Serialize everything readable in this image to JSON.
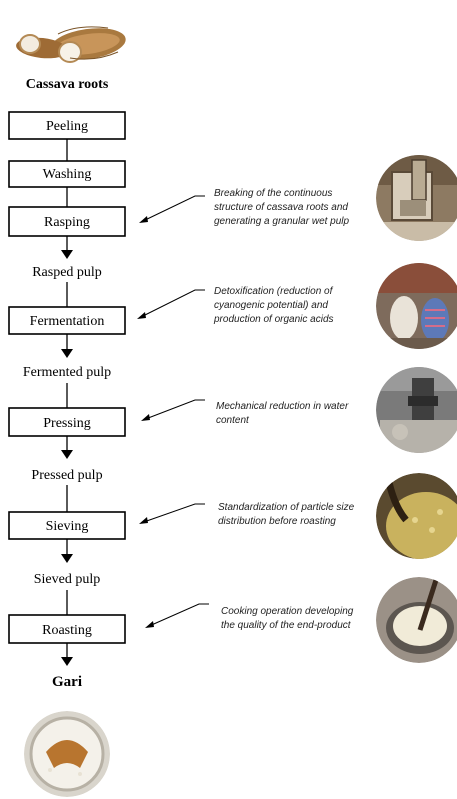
{
  "title": "Cassava roots",
  "final_product": "Gari",
  "stages": [
    {
      "label": "Peeling"
    },
    {
      "label": "Washing"
    },
    {
      "label": "Rasping",
      "product": "Rasped pulp",
      "note": [
        "Breaking of the continuous",
        "structure of cassava roots and",
        "generating a granular wet pulp"
      ]
    },
    {
      "label": "Fermentation",
      "product": "Fermented pulp",
      "note": [
        "Detoxification (reduction of",
        "cyanogenic potential) and",
        "production of organic acids"
      ]
    },
    {
      "label": "Pressing",
      "product": "Pressed pulp",
      "note": [
        "Mechanical reduction in water",
        "content"
      ]
    },
    {
      "label": "Sieving",
      "product": "Sieved pulp",
      "note": [
        "Standardization of particle size",
        "distribution before roasting"
      ]
    },
    {
      "label": "Roasting",
      "note": [
        "Cooking operation developing",
        "the quality of the end-product"
      ]
    }
  ],
  "photos": [
    {
      "icon": "cassava-roots-photo-icon",
      "color": "#c9a57a"
    },
    {
      "icon": "rasping-machine-photo-icon",
      "color": "#8d7a62"
    },
    {
      "icon": "fermentation-sacks-photo-icon",
      "color": "#7e6b5c"
    },
    {
      "icon": "press-machine-photo-icon",
      "color": "#6f6f6f"
    },
    {
      "icon": "sieving-photo-icon",
      "color": "#a7924b"
    },
    {
      "icon": "roasting-pan-photo-icon",
      "color": "#c4b79f"
    },
    {
      "icon": "gari-bowl-photo-icon",
      "color": "#ece7dc"
    }
  ]
}
